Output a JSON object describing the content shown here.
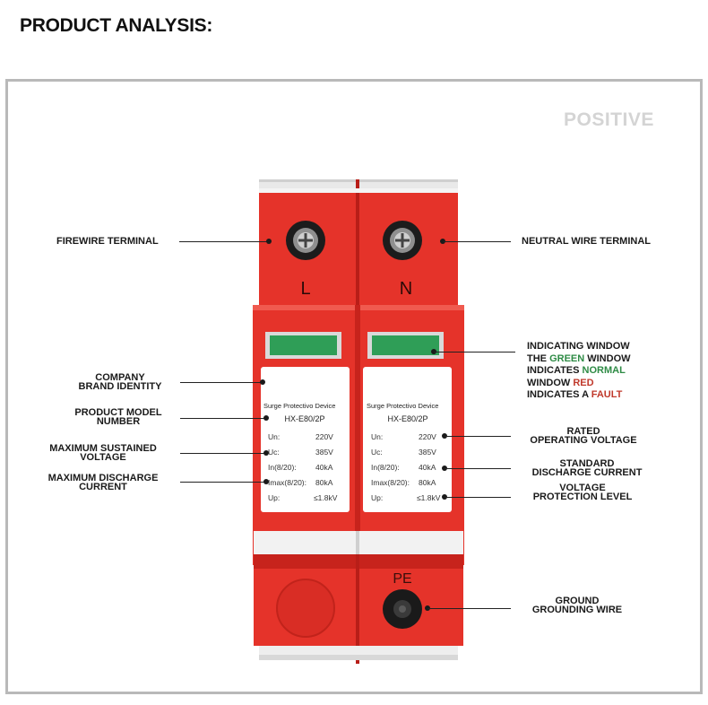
{
  "page": {
    "title": "PRODUCT ANALYSIS:"
  },
  "view_label": "POSITIVE",
  "device": {
    "terminal_left": "L",
    "terminal_right": "N",
    "ground_mark": "PE",
    "label_title": "Surge Protectivo Device",
    "model": "HX-E80/2P",
    "specs": [
      {
        "key": "Un:",
        "value": "220V"
      },
      {
        "key": "Uc:",
        "value": "385V"
      },
      {
        "key": "In(8/20):",
        "value": "40kA"
      },
      {
        "key": "Imax(8/20):",
        "value": "80kA"
      },
      {
        "key": "Up:",
        "value": "≤1.8kV"
      }
    ],
    "colors": {
      "body": "#e5332a",
      "body_dark": "#c7231c",
      "window": "#2f9e57"
    }
  },
  "callouts_left": {
    "firewire": "FIREWIRE TERMINAL",
    "company_1": "COMPANY",
    "company_2": "BRAND IDENTITY",
    "model_1": "PRODUCT MODEL",
    "model_2": "NUMBER",
    "sustained_1": "MAXIMUM SUSTAINED",
    "sustained_2": "VOLTAGE",
    "discharge_1": "MAXIMUM DISCHARGE",
    "discharge_2": "CURRENT"
  },
  "callouts_right": {
    "neutral": "NEUTRAL WIRE TERMINAL",
    "window_1": "INDICATING WINDOW",
    "window_2a": "THE ",
    "window_2b": "GREEN",
    "window_2c": " WINDOW",
    "window_3a": "INDICATES ",
    "window_3b": "NORMAL",
    "window_4a": "WINDOW ",
    "window_4b": "RED",
    "window_5a": "INDICATES A ",
    "window_5b": "FAULT",
    "rated_1": "RATED",
    "rated_2": "OPERATING VOLTAGE",
    "standard_1": "STANDARD",
    "standard_2": "DISCHARGE CURRENT",
    "voltage_1": "VOLTAGE",
    "voltage_2": "PROTECTION LEVEL",
    "ground_1": "GROUND",
    "ground_2": "GROUNDING WIRE"
  }
}
